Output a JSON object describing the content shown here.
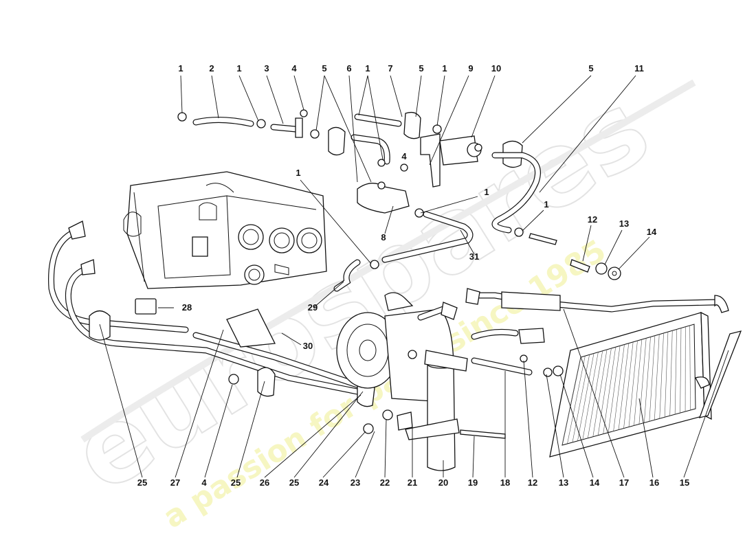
{
  "watermark": {
    "brand": "eurospares",
    "tagline": "a passion for parts since 1985"
  },
  "callouts": [
    "1",
    "2",
    "1",
    "3",
    "4",
    "5",
    "6",
    "1",
    "7",
    "5",
    "1",
    "9",
    "10",
    "5",
    "11",
    "1",
    "4",
    "1",
    "1",
    "8",
    "31",
    "12",
    "13",
    "14",
    "29",
    "28",
    "30",
    "25",
    "27",
    "4",
    "25",
    "26",
    "25",
    "24",
    "23",
    "22",
    "21",
    "20",
    "19",
    "18",
    "12",
    "13",
    "14",
    "17",
    "16",
    "15"
  ]
}
